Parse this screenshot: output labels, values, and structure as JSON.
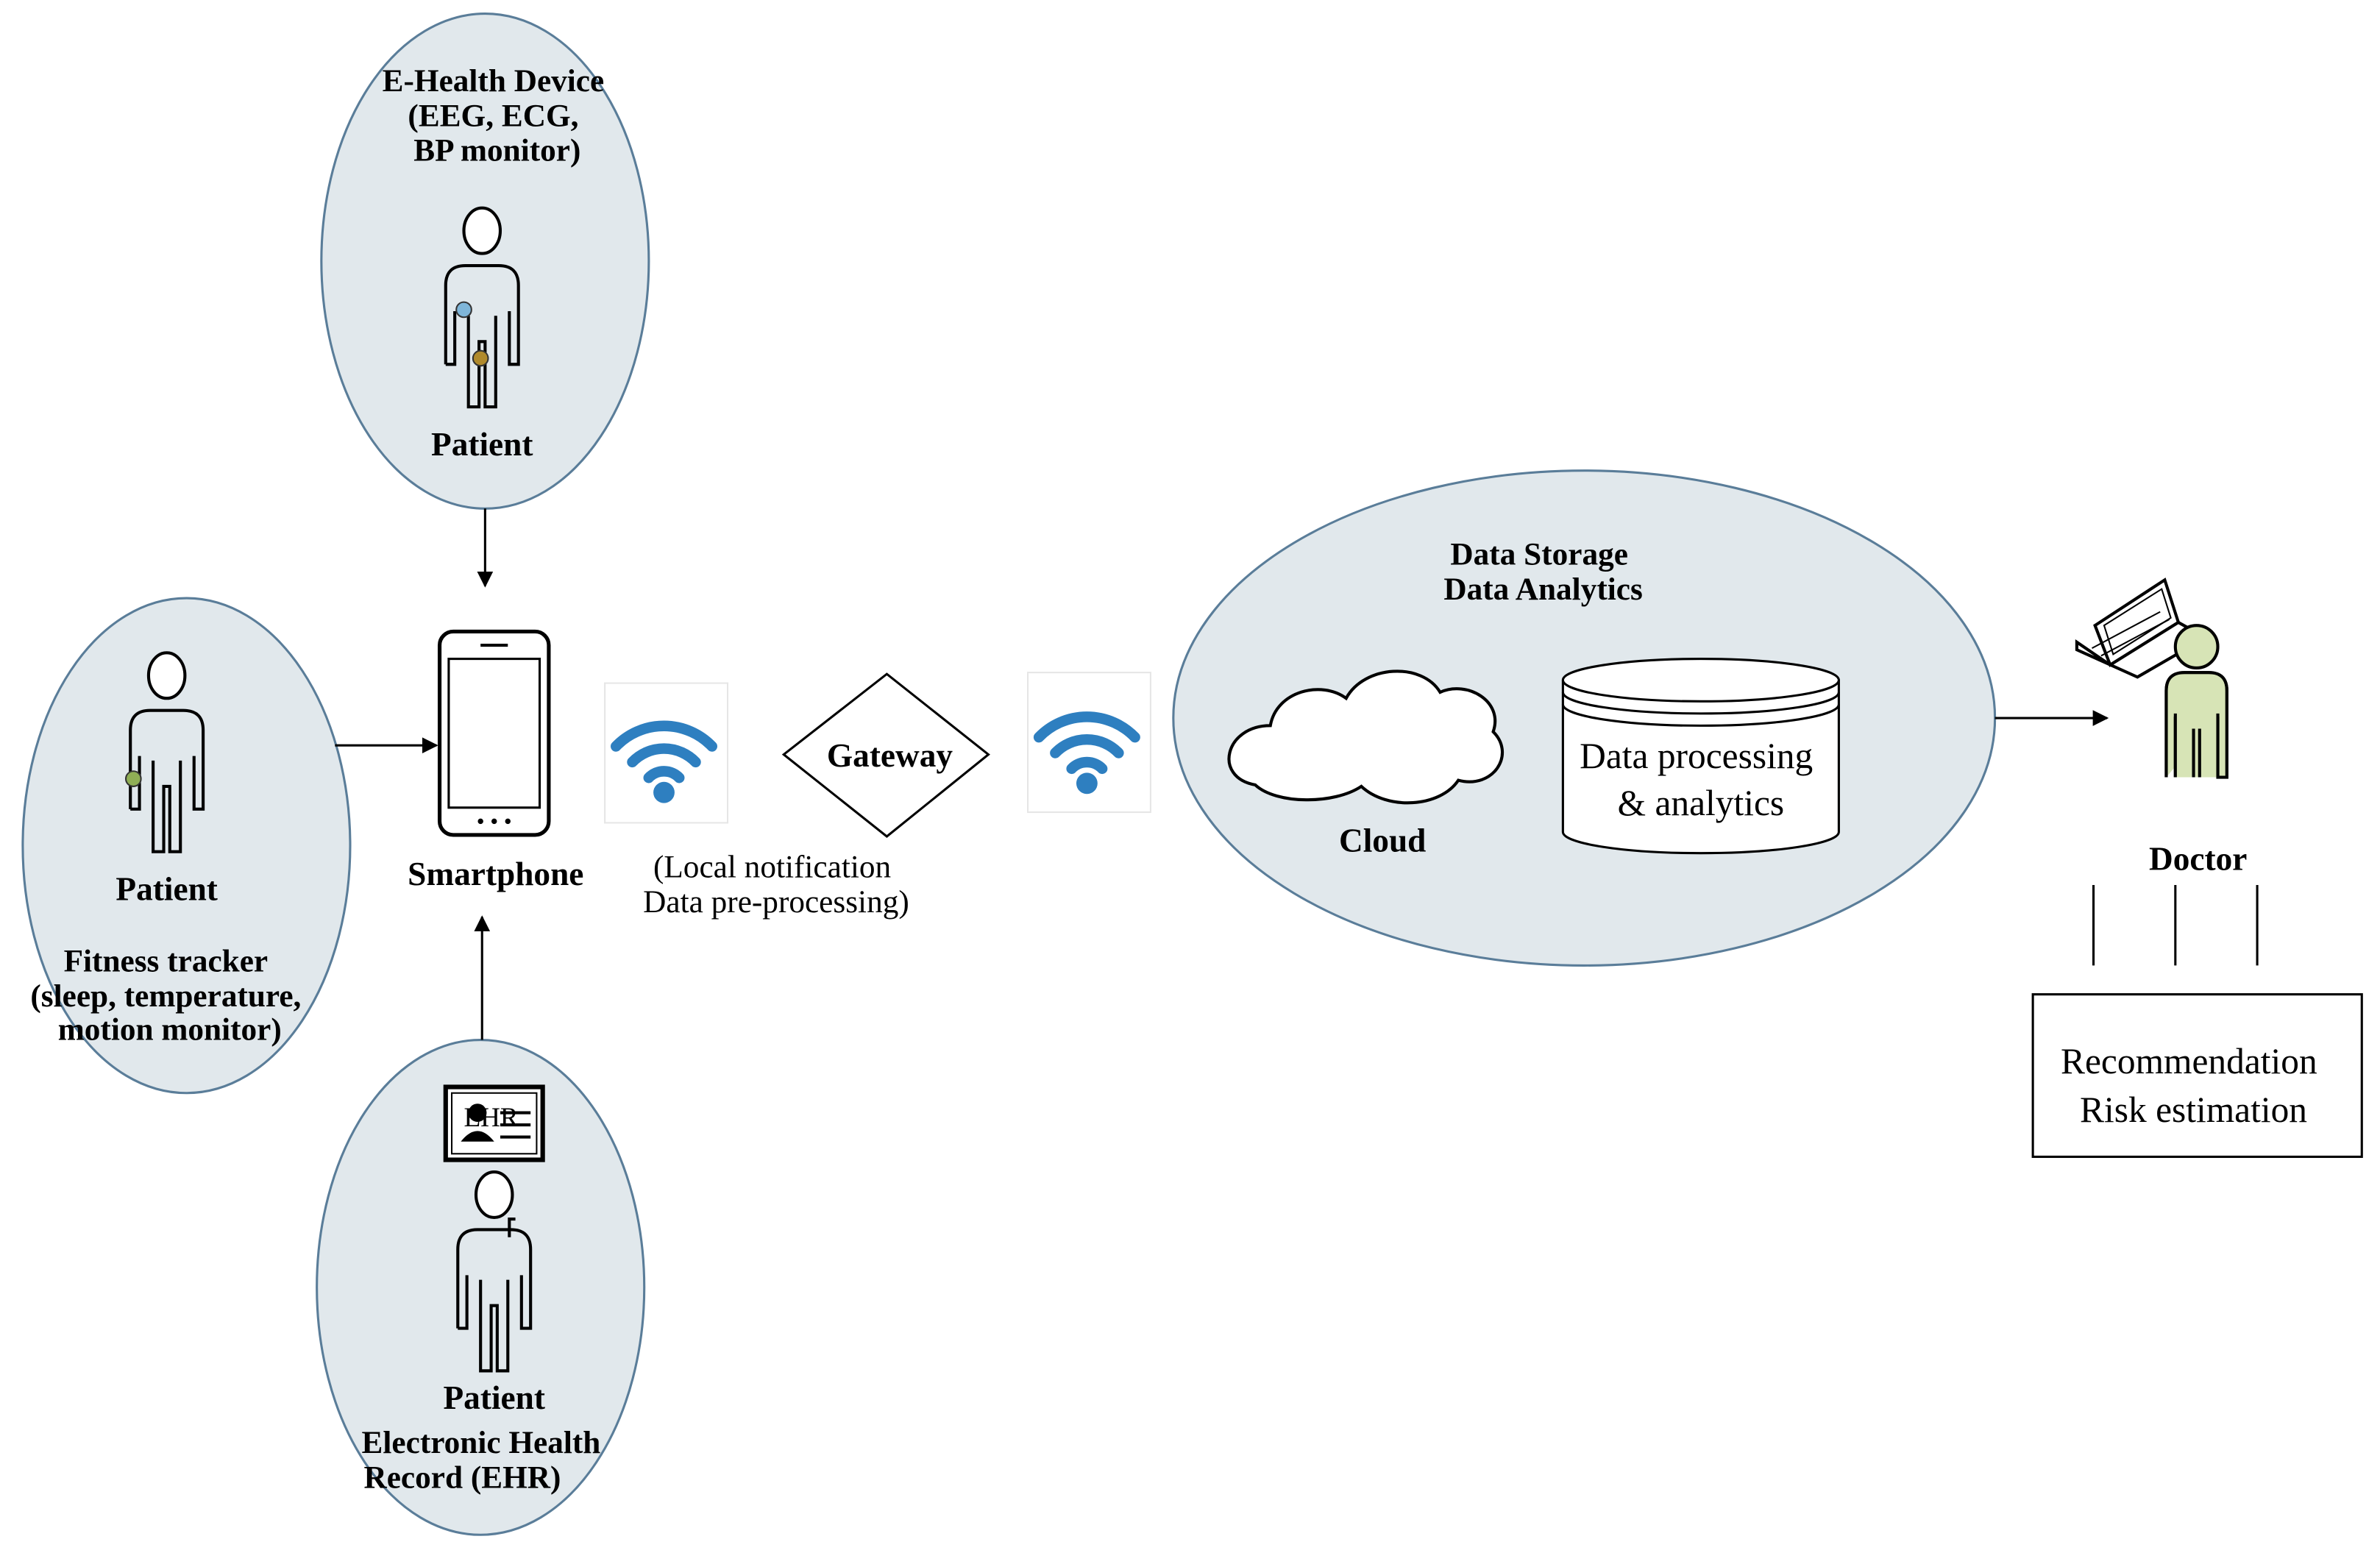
{
  "colors": {
    "bubble_fill": "#e1e8ec",
    "bubble_stroke": "#5a7d99",
    "wifi_blue": "#2e7fc0",
    "doctor_body": "#d7e4b6",
    "sensor_blue": "#7fb6d9",
    "sensor_gold": "#b08a2c",
    "sensor_green": "#8fae55"
  },
  "nodes": {
    "ehealth": {
      "device_lines": [
        "E-Health Device",
        "(EEG, ECG,",
        "BP monitor)"
      ],
      "person_label": "Patient",
      "icon": "patient-icon"
    },
    "fitness": {
      "person_label": "Patient",
      "device_lines": [
        "Fitness tracker",
        "(sleep, temperature,",
        "motion monitor)"
      ],
      "icon": "patient-icon"
    },
    "ehr": {
      "card_text": "EHR",
      "person_label": "Patient",
      "record_lines": [
        "Electronic Health",
        "Record (EHR)"
      ],
      "icon": "patient-icon"
    },
    "smartphone": {
      "label": "Smartphone",
      "icon": "smartphone-icon"
    },
    "gateway": {
      "label": "Gateway",
      "note_lines": [
        "(Local notification",
        "Data pre-processing)"
      ]
    },
    "cloud_platform": {
      "title_lines": [
        "Data Storage",
        "Data Analytics"
      ],
      "cloud_label": "Cloud",
      "db_lines": [
        "Data processing",
        "& analytics"
      ]
    },
    "doctor": {
      "label": "Doctor",
      "icon": "doctor-icon",
      "output_lines": [
        "Recommendation",
        "Risk estimation"
      ]
    }
  }
}
